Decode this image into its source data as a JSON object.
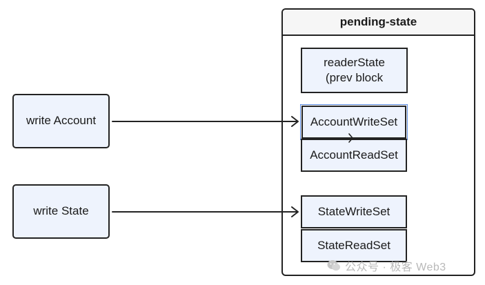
{
  "nodes": {
    "write_account": "write Account",
    "write_state": "write State",
    "container_title": "pending-state",
    "reader_state_line1": "readerState",
    "reader_state_line2": "(prev block",
    "account_write_set": "AccountWriteSet",
    "account_read_set": "AccountReadSet",
    "state_write_set": "StateWriteSet",
    "state_read_set": "StateReadSet"
  },
  "edges": [
    {
      "from": "write Account",
      "to": "AccountWriteSet"
    },
    {
      "from": "write State",
      "to": "StateWriteSet"
    }
  ],
  "watermark": {
    "text": "公众号 · 极客 Web3",
    "icon": "wechat-icon"
  },
  "colors": {
    "node_fill": "#eef3fd",
    "stroke": "#222222",
    "selection": "#5b8ae0"
  }
}
